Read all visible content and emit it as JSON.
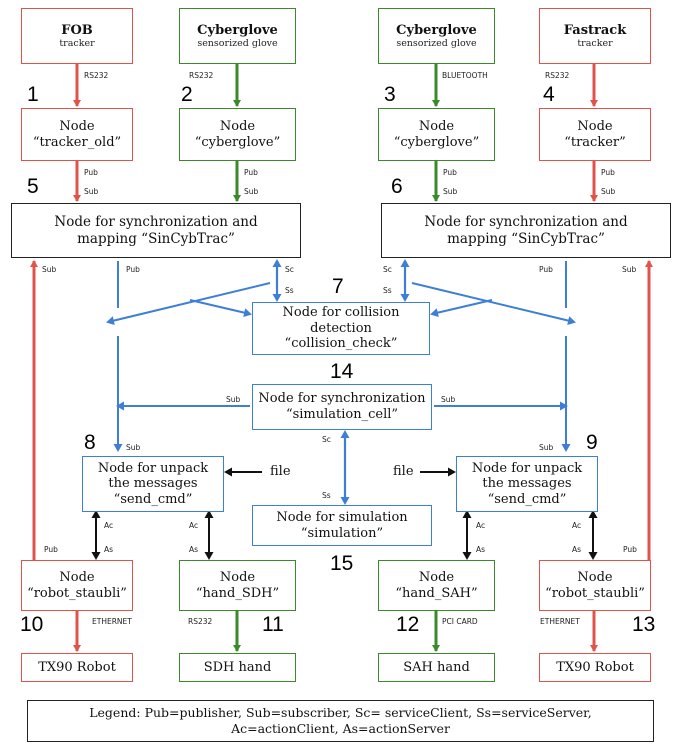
{
  "colors": {
    "red": "#e0534a",
    "green": "#3a8a2a",
    "blue": "#3d7fd6",
    "black": "#222222"
  },
  "devices": {
    "fob": {
      "title": "FOB",
      "sub": "tracker"
    },
    "cyberglove_left": {
      "title": "Cyberglove",
      "sub": "sensorized glove"
    },
    "cyberglove_right": {
      "title": "Cyberglove",
      "sub": "sensorized glove"
    },
    "fastrack": {
      "title": "Fastrack",
      "sub": "tracker"
    }
  },
  "nodes": {
    "tracker_old": {
      "line1": "Node",
      "line2": "“tracker_old”"
    },
    "cyberglove_left": {
      "line1": "Node",
      "line2": "“cyberglove”"
    },
    "cyberglove_right": {
      "line1": "Node",
      "line2": "“cyberglove”"
    },
    "tracker": {
      "line1": "Node",
      "line2": "“tracker”"
    },
    "sync_left": {
      "line1": "Node for synchronization and",
      "line2": "mapping “SinCybTrac”"
    },
    "sync_right": {
      "line1": "Node for synchronization and",
      "line2": "mapping “SinCybTrac”"
    },
    "collision": {
      "line1": "Node for collision",
      "line2": "detection",
      "line3": "“collision_check”"
    },
    "sim_cell": {
      "line1": "Node for synchronization",
      "line2": "“simulation_cell”"
    },
    "send_left": {
      "line1": "Node for unpack",
      "line2": "the messages",
      "line3": "“send_cmd”"
    },
    "send_right": {
      "line1": "Node for unpack",
      "line2": "the messages",
      "line3": "“send_cmd”"
    },
    "simulation": {
      "line1": "Node for simulation",
      "line2": "“simulation”"
    },
    "robot_left": {
      "line1": "Node",
      "line2": "“robot_staubli”"
    },
    "hand_sdh": {
      "line1": "Node",
      "line2": "“hand_SDH”"
    },
    "hand_sah": {
      "line1": "Node",
      "line2": "“hand_SAH”"
    },
    "robot_right": {
      "line1": "Node",
      "line2": "“robot_staubli”"
    }
  },
  "outputs": {
    "tx90_left": "TX90 Robot",
    "sdh": "SDH hand",
    "sah": "SAH hand",
    "tx90_right": "TX90 Robot"
  },
  "numbers": [
    "1",
    "2",
    "3",
    "4",
    "5",
    "6",
    "7",
    "8",
    "9",
    "10",
    "11",
    "12",
    "13",
    "14",
    "15"
  ],
  "labels": {
    "rs232": "RS232",
    "bluetooth": "BLUETOOTH",
    "ethernet": "ETHERNET",
    "pci_card": "PCI CARD",
    "pub": "Pub",
    "sub": "Sub",
    "sc": "Sc",
    "ss": "Ss",
    "ac": "Ac",
    "as": "As",
    "file": "file"
  },
  "legend": {
    "line1": "Legend:  Pub=publisher, Sub=subscriber, Sc= serviceClient, Ss=serviceServer,",
    "line2": "Ac=actionClient, As=actionServer"
  }
}
